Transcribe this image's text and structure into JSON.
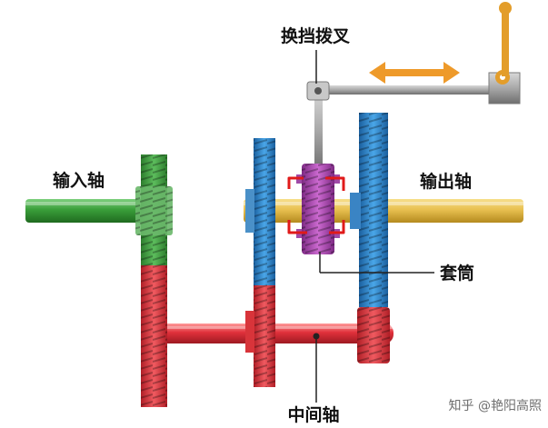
{
  "labels": {
    "shift_fork": "换挡拨叉",
    "input_shaft": "输入轴",
    "output_shaft": "输出轴",
    "sleeve": "套筒",
    "countershaft": "中间轴"
  },
  "watermark": "知乎 @艳阳高照",
  "icons": {
    "arrow": "double-arrow-icon"
  },
  "colors": {
    "input_shaft": "#3a9e3a",
    "input_gear": "#3c9c3c",
    "countershaft": "#e0303a",
    "blue_gear": "#2f86cc",
    "output_shaft": "#e8c050",
    "sleeve": "#b04ab4",
    "fork": "#9a9a9a",
    "lever": "#e39d2a",
    "arrow": "#ee9a2a",
    "highlight": "#e01a1a"
  }
}
